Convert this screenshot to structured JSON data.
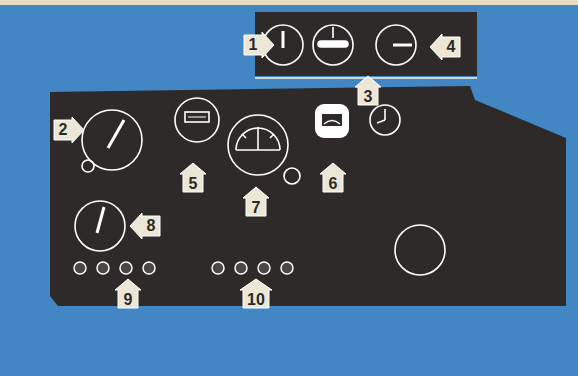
{
  "diagram": {
    "labels": [
      "1",
      "4",
      "3",
      "2",
      "5",
      "7",
      "6",
      "8",
      "9",
      "10"
    ]
  }
}
